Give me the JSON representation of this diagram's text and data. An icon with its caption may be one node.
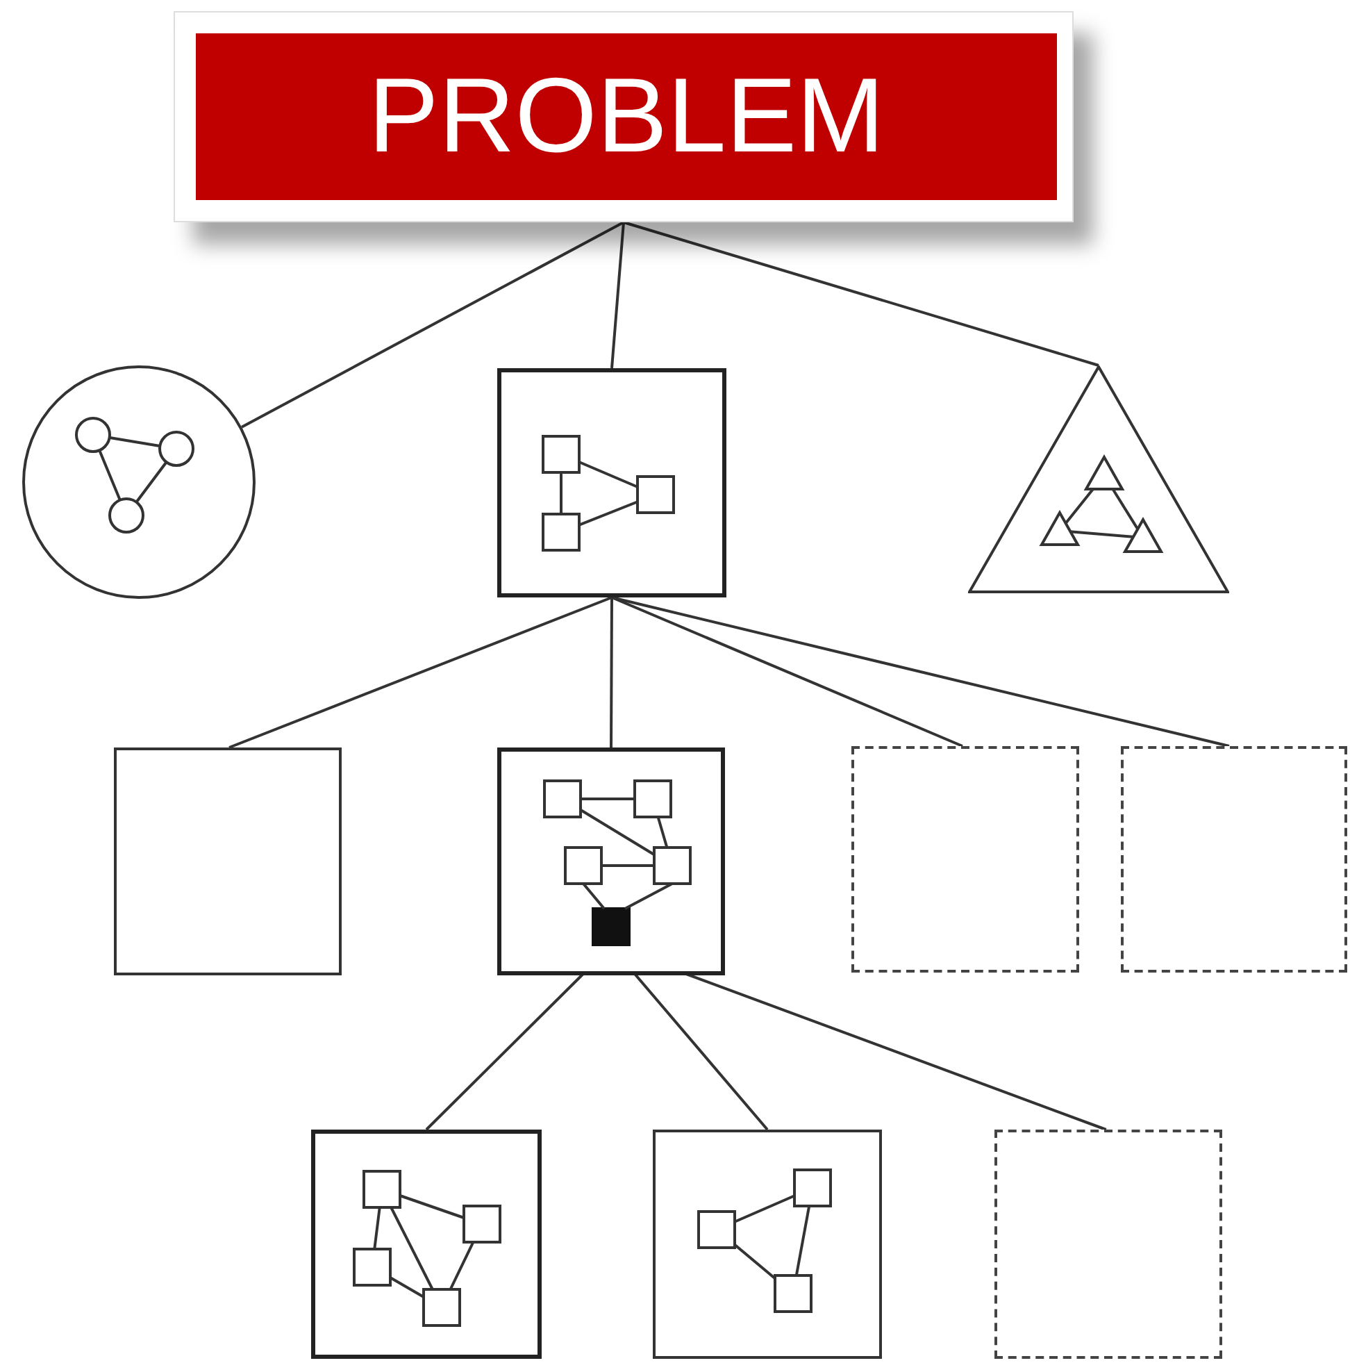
{
  "diagram": {
    "nodes": [
      {
        "text": [
          "PROBLEM"
        ]
      },
      {
        "text": [],
        "shape": "circle"
      },
      {
        "text": [],
        "shape": "box"
      },
      {
        "text": [],
        "shape": "triangle"
      },
      {
        "text": [],
        "shape": "box"
      },
      {
        "text": [],
        "shape": "box"
      },
      {
        "text": [],
        "shape": "box",
        "in": 5
      },
      {
        "text": [],
        "shape": "box"
      },
      {
        "text": [],
        "shape": "box"
      },
      {
        "text": [],
        "shape": "box"
      },
      {
        "text": [],
        "shape": "box"
      },
      {
        "text": [],
        "shape": "box"
      }
    ],
    "edges": [
      {
        "from": 0,
        "to": 1,
        "arrow": "none"
      },
      {
        "from": 0,
        "to": 2,
        "arrow": "none"
      },
      {
        "from": 0,
        "to": 3,
        "arrow": "none"
      },
      {
        "from": 2,
        "to": 4,
        "arrow": "none"
      },
      {
        "from": 2,
        "to": 5,
        "arrow": "none"
      },
      {
        "from": 2,
        "to": 7,
        "arrow": "none"
      },
      {
        "from": 2,
        "to": 8,
        "arrow": "none"
      },
      {
        "from": 6,
        "to": 9,
        "arrow": "none"
      },
      {
        "from": 6,
        "to": 10,
        "arrow": "none"
      },
      {
        "from": 6,
        "to": 11,
        "arrow": "none"
      }
    ]
  }
}
